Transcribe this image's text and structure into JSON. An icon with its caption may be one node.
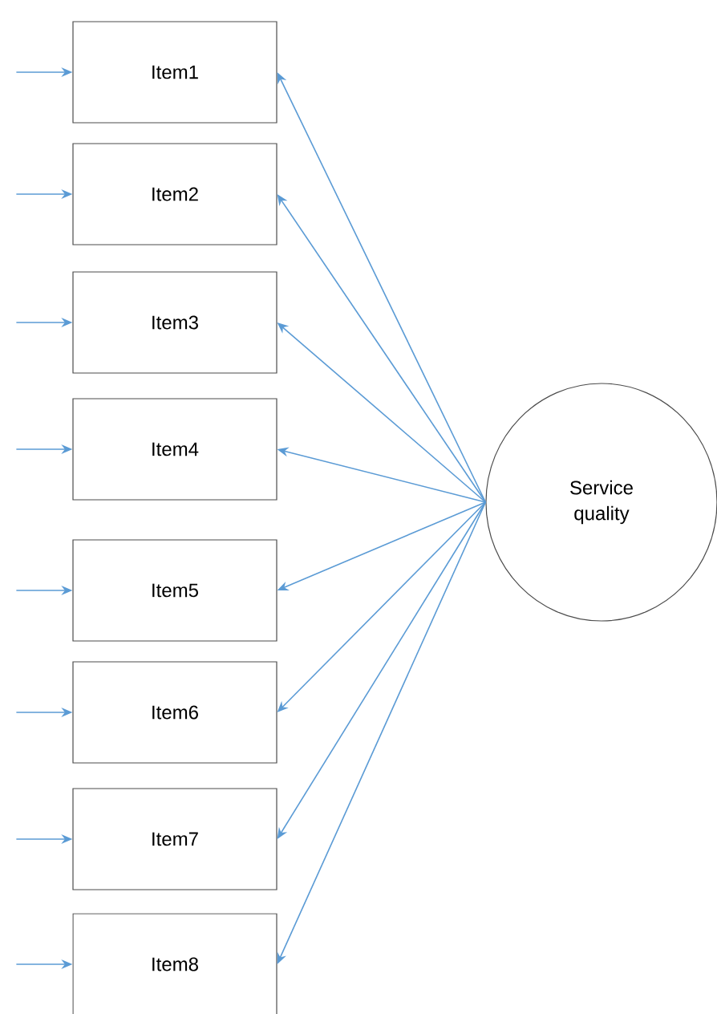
{
  "diagram": {
    "nodes": [
      {
        "text": [
          "Item1"
        ]
      },
      {
        "text": [
          "Item2"
        ]
      },
      {
        "text": [
          "Item3"
        ]
      },
      {
        "text": [
          "Item4"
        ]
      },
      {
        "text": [
          "Item5"
        ]
      },
      {
        "text": [
          "Item6"
        ]
      },
      {
        "text": [
          "Item7"
        ]
      },
      {
        "text": [
          "Item8"
        ]
      },
      {
        "text": [
          "Service quality"
        ]
      }
    ],
    "edges": [
      {
        "from": null,
        "to": 0,
        "arrow": "to"
      },
      {
        "from": null,
        "to": 1,
        "arrow": "to"
      },
      {
        "from": null,
        "to": 2,
        "arrow": "to"
      },
      {
        "from": null,
        "to": 3,
        "arrow": "to"
      },
      {
        "from": null,
        "to": 4,
        "arrow": "to"
      },
      {
        "from": null,
        "to": 5,
        "arrow": "to"
      },
      {
        "from": null,
        "to": 6,
        "arrow": "to"
      },
      {
        "from": null,
        "to": 7,
        "arrow": "to"
      },
      {
        "from": 8,
        "to": 0,
        "arrow": "to"
      },
      {
        "from": 8,
        "to": 1,
        "arrow": "to"
      },
      {
        "from": 8,
        "to": 2,
        "arrow": "to"
      },
      {
        "from": 8,
        "to": 3,
        "arrow": "to"
      },
      {
        "from": 8,
        "to": 4,
        "arrow": "to"
      },
      {
        "from": 8,
        "to": 5,
        "arrow": "to"
      },
      {
        "from": 8,
        "to": 6,
        "arrow": "to"
      },
      {
        "from": 8,
        "to": 7,
        "arrow": "to"
      }
    ]
  }
}
